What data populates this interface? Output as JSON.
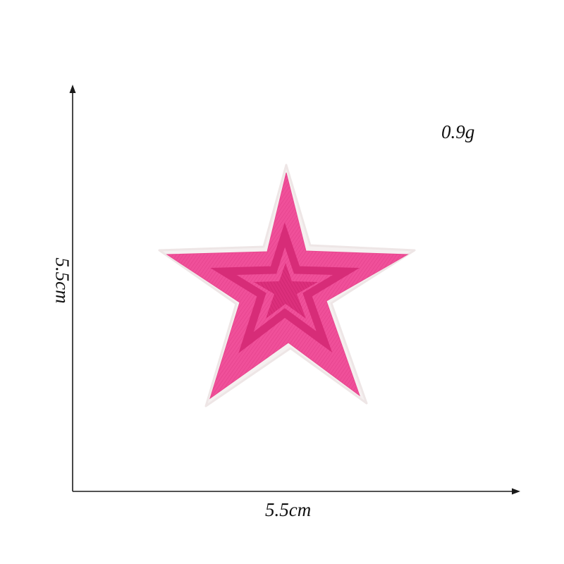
{
  "product_image": {
    "weight": "0.9g",
    "width_dimension": "5.5cm",
    "height_dimension": "5.5cm",
    "patch_shape": "star",
    "colors": {
      "patch_outer": "#f0509a",
      "patch_inner_line": "#d92d79",
      "patch_border": "#f7f2f2",
      "axis_line": "#1a1a1a"
    }
  }
}
